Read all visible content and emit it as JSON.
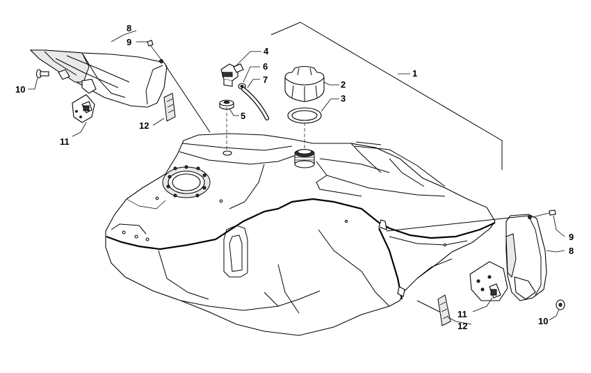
{
  "callouts": {
    "c1": "1",
    "c2": "2",
    "c3": "3",
    "c4": "4",
    "c5": "5",
    "c6": "6",
    "c7": "7",
    "c8_left": "8",
    "c9_left": "9",
    "c10_left": "10",
    "c11_left": "11",
    "c12_left": "12",
    "c8_right": "8",
    "c9_right": "9",
    "c10_right": "10",
    "c11_right": "11",
    "c12_right": "12"
  }
}
